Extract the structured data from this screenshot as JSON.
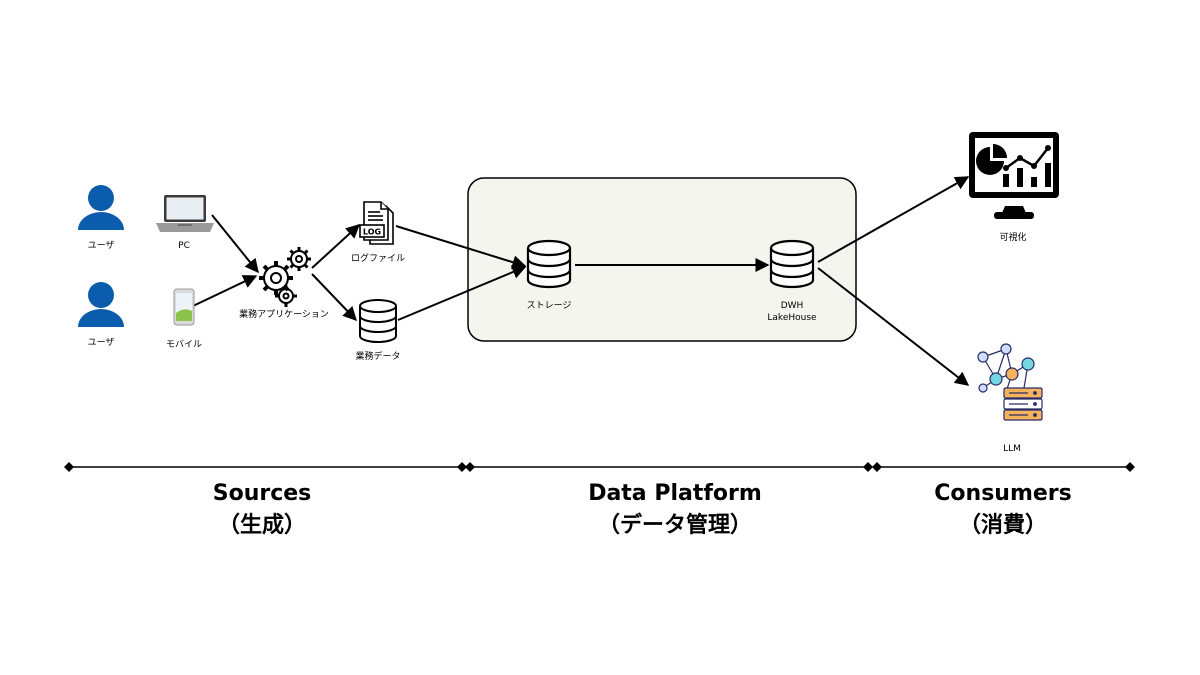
{
  "nodes": {
    "user1": "ユーザ",
    "user2": "ユーザ",
    "pc": "PC",
    "mobile": "モバイル",
    "app": "業務アプリケーション",
    "log": "ログファイル",
    "log_icon_text": "LOG",
    "bizdata": "業務データ",
    "storage": "ストレージ",
    "dwh_line1": "DWH",
    "dwh_line2": "LakeHouse",
    "viz": "可視化",
    "llm": "LLM"
  },
  "sections": [
    {
      "title": "Sources",
      "subtitle": "（生成）"
    },
    {
      "title": "Data Platform",
      "subtitle": "（データ管理）"
    },
    {
      "title": "Consumers",
      "subtitle": "（消費）"
    }
  ],
  "colors": {
    "user": "#0b5cad",
    "platform_bg": "#f4f5ee",
    "accent_orange": "#f2b35a",
    "accent_cyan": "#74d7e0",
    "accent_blue": "#2f63c8"
  }
}
